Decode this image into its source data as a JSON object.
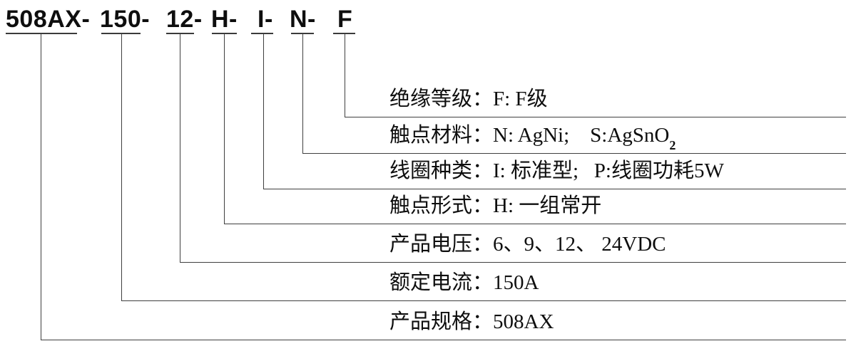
{
  "code": {
    "full": "508AX- 150- 12- H- I- N- F",
    "segments": [
      "508AX-",
      "150-",
      "12-",
      "H-",
      "I-",
      "N-",
      "F"
    ]
  },
  "rows": [
    {
      "code": "F",
      "text": "绝缘等级：F: F级"
    },
    {
      "code": "N",
      "text": "触点材料：N: AgNi;    S:AgSnO",
      "sub": "2"
    },
    {
      "code": "I",
      "text": "线圈种类：I: 标准型;   P:线圈功耗5W"
    },
    {
      "code": "H",
      "text": "触点形式：H: 一组常开"
    },
    {
      "code": "12",
      "text": "产品电压：6、9、12、 24VDC"
    },
    {
      "code": "150",
      "text": "额定电流：150A"
    },
    {
      "code": "508AX",
      "text": "产品规格：508AX"
    }
  ],
  "colors": {
    "line": "#3f3f3f",
    "text": "#0e0e0e",
    "background": "#ffffff"
  }
}
